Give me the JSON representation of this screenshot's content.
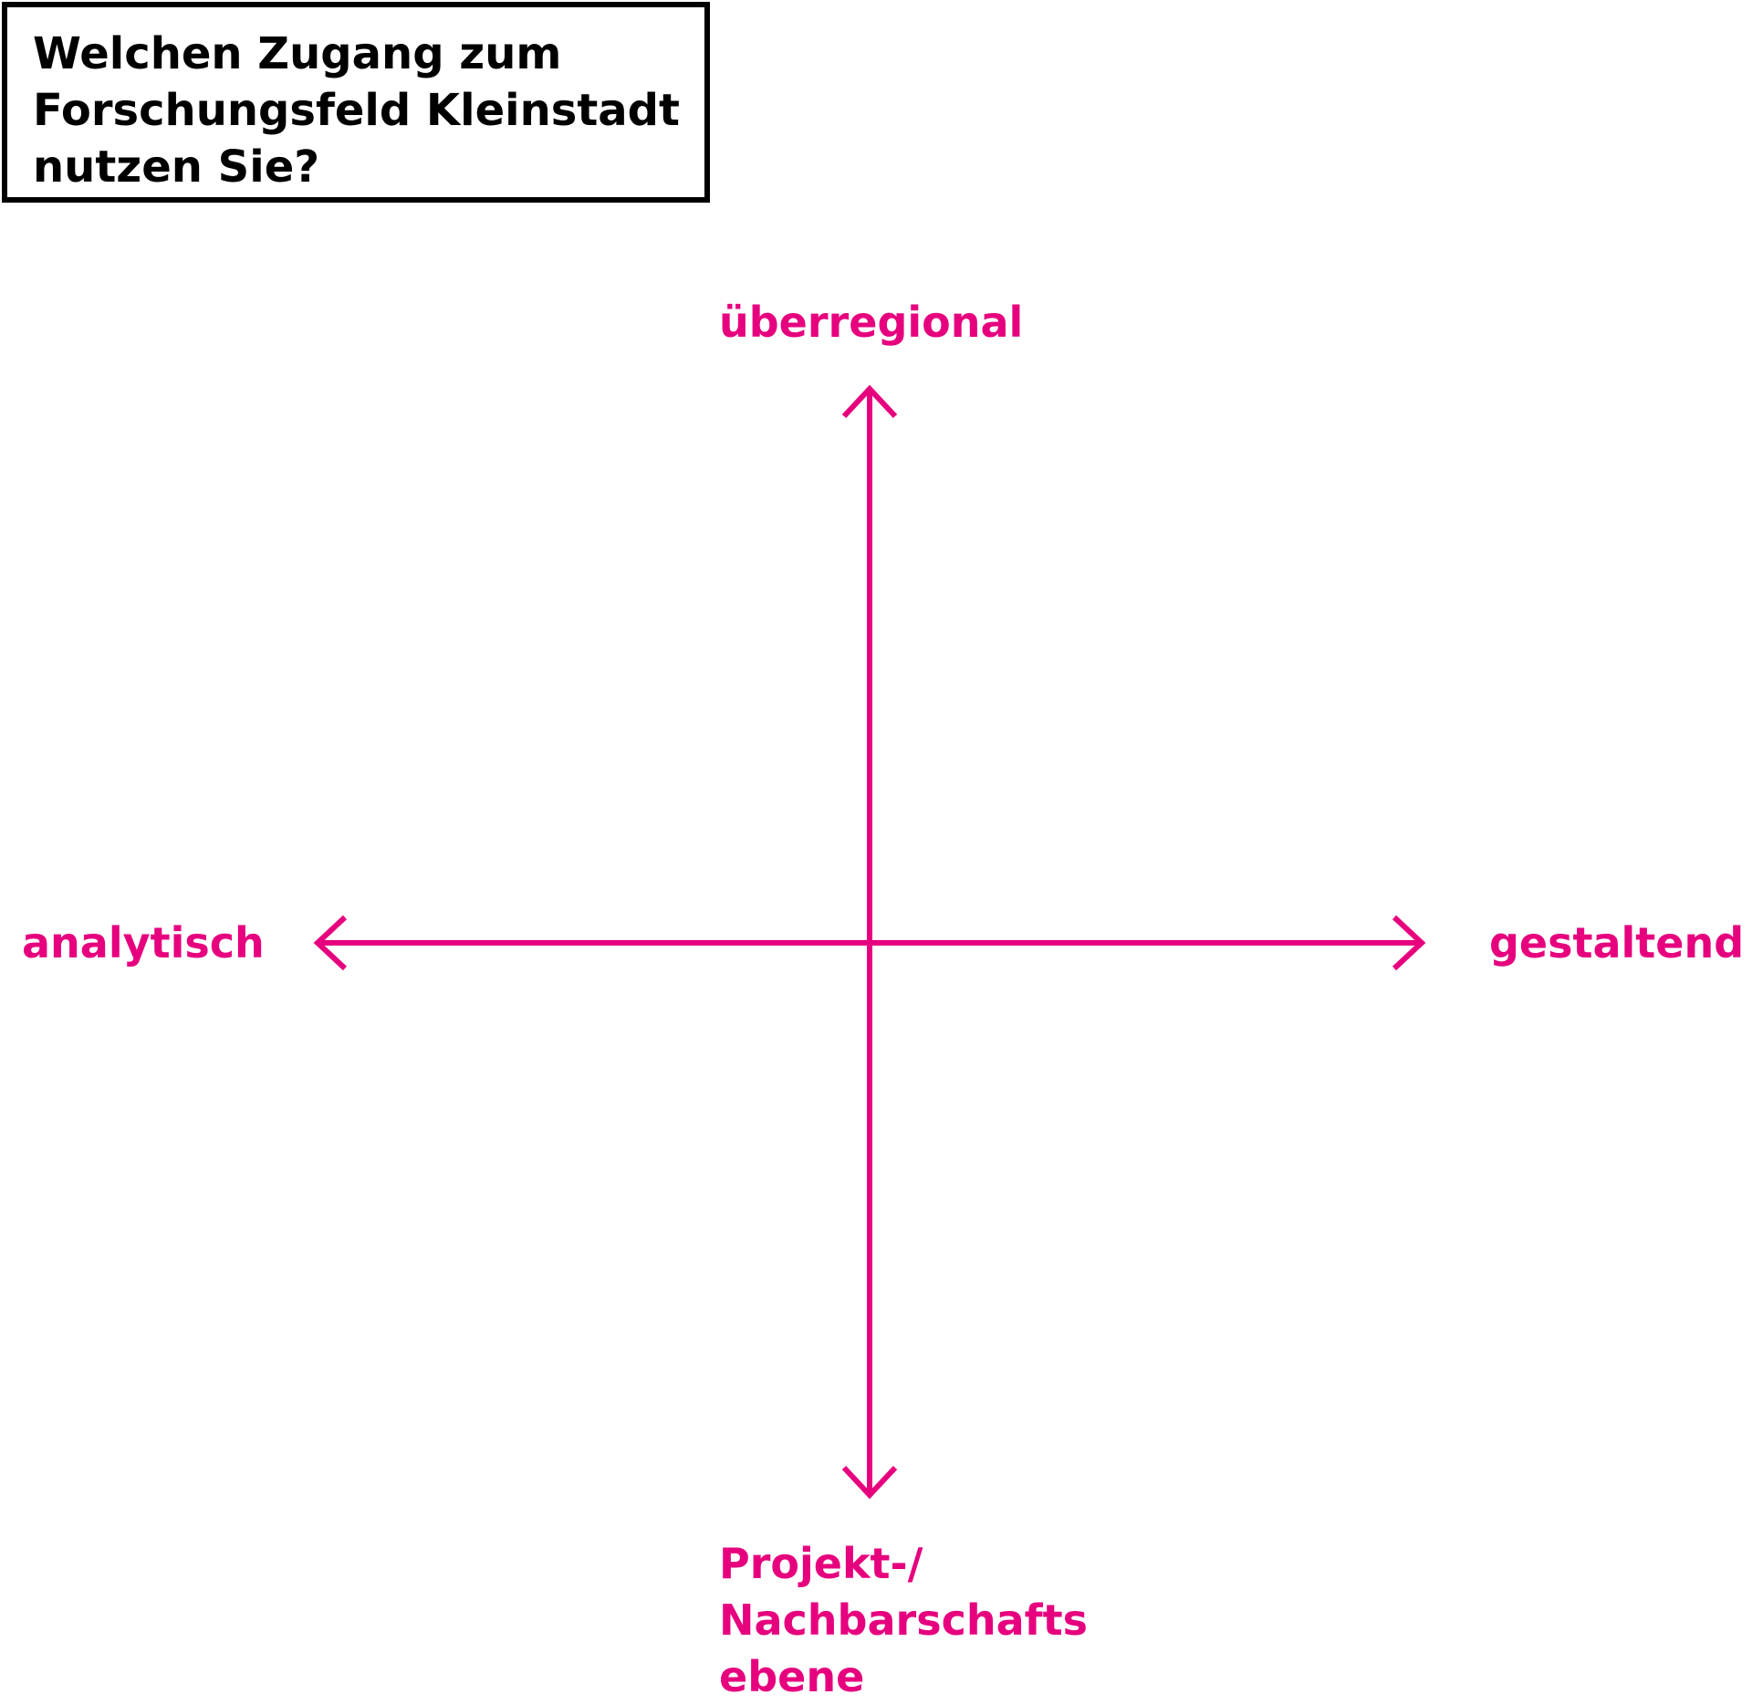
{
  "question": {
    "lines": [
      "Welchen Zugang zum",
      "Forschungsfeld Kleinstadt",
      "nutzen Sie?"
    ]
  },
  "axes": {
    "top": "überregional",
    "left": "analytisch",
    "right": "gestaltend",
    "bottom": {
      "lines": [
        "Projekt-/",
        "Nachbarschafts",
        "ebene"
      ]
    }
  },
  "colors": {
    "accent": "#e6007e",
    "text": "#000000",
    "background": "#ffffff"
  }
}
